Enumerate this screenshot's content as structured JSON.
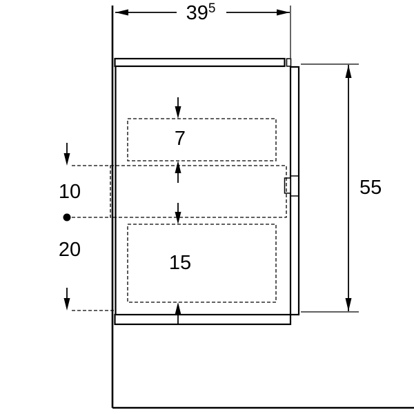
{
  "labels": {
    "width_main": "39",
    "width_sup": "5",
    "height": "55",
    "inner_top_drawer": "7",
    "inner_bottom_drawer": "15",
    "left_upper": "10",
    "left_lower": "20"
  }
}
